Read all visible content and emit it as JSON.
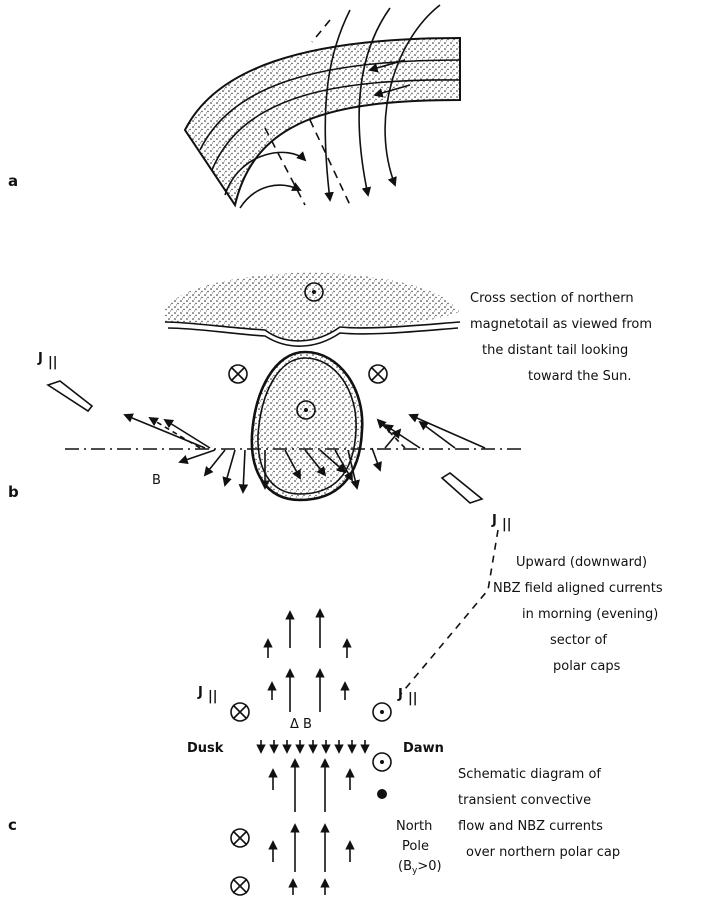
{
  "panels": {
    "a": "a",
    "b": "b",
    "c": "c"
  },
  "panel_b": {
    "label_j_left": "J",
    "label_j_right": "J",
    "label_b": "B",
    "caption_lines": [
      "Cross section of northern",
      "magnetotail as viewed from",
      "the distant tail looking",
      "toward the Sun."
    ]
  },
  "connector": {
    "caption_lines": [
      "Upward (downward)",
      "NBZ field aligned currents",
      "in morning (evening)",
      "sector of",
      "polar caps"
    ]
  },
  "panel_c": {
    "label_j_left": "J",
    "label_j_right": "J",
    "label_delta_b": "Δ B",
    "label_dusk": "Dusk",
    "label_dawn": "Dawn",
    "label_north_pole": [
      "North",
      "Pole",
      "(B",
      "y",
      ">0)"
    ],
    "caption_lines": [
      "Schematic diagram of",
      "transient convective",
      "flow and NBZ currents",
      "over northern polar cap"
    ]
  }
}
